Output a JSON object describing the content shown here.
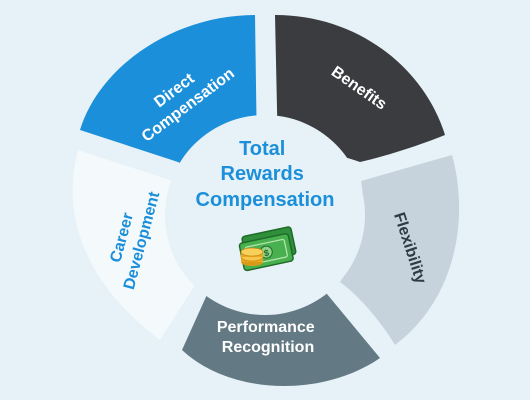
{
  "diagram": {
    "center": {
      "lines": [
        "Total",
        "Rewards",
        "Compensation"
      ],
      "icon": "money-stack-icon"
    },
    "segments": [
      {
        "id": "direct-compensation",
        "lines": [
          "Direct",
          "Compensation"
        ],
        "fill": "#1b8fd9",
        "text_color": "#ffffff"
      },
      {
        "id": "benefits",
        "lines": [
          "Benefits"
        ],
        "fill": "#3a3c3f",
        "text_color": "#ffffff"
      },
      {
        "id": "flexibility",
        "lines": [
          "Flexibility"
        ],
        "fill": "#c7d3dc",
        "text_color": "#2e3a44"
      },
      {
        "id": "performance-recognition",
        "lines": [
          "Performance",
          "Recognition"
        ],
        "fill": "#637983",
        "text_color": "#ffffff"
      },
      {
        "id": "career-development",
        "lines": [
          "Career",
          "Development"
        ],
        "fill": "#f4f9fc",
        "text_color": "#1b8fd9"
      }
    ],
    "colors": {
      "background": "#e6f2f8",
      "center_fill": "#e6f2f8",
      "center_text": "#1b8fd9"
    }
  }
}
